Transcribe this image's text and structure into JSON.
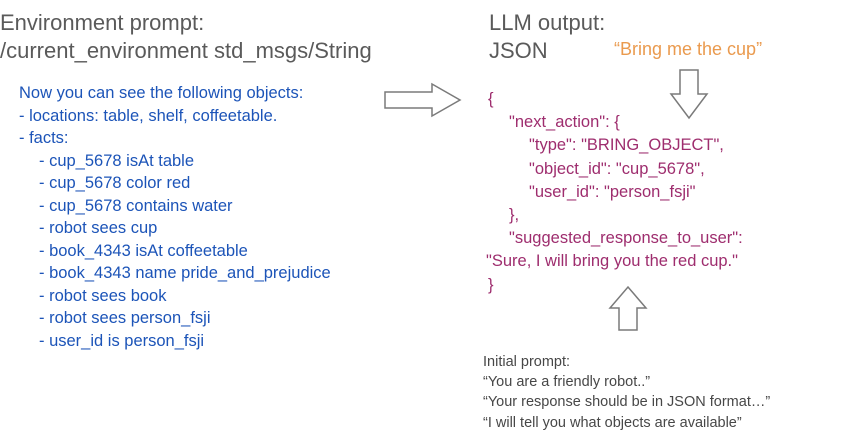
{
  "left_header": {
    "line1": "Environment prompt:",
    "line2": "/current_environment std_msgs/String"
  },
  "right_header": {
    "line1": "LLM output:",
    "line2": "JSON"
  },
  "user_request": "“Bring me the cup”",
  "environment_lines": [
    "Now you can see the following objects:",
    "- locations: table, shelf, coffeetable.",
    "- facts:",
    "- cup_5678 isAt table",
    "- cup_5678 color red",
    "- cup_5678 contains water",
    "- robot sees cup",
    "- book_4343 isAt coffeetable",
    "- book_4343 name pride_and_prejudice",
    "- robot sees book",
    "- robot sees person_fsji",
    "- user_id is person_fsji"
  ],
  "json_lines": [
    "{",
    "\"next_action\": {",
    "\"type\": \"BRING_OBJECT\",",
    "\"object_id\": \"cup_5678\",",
    "\"user_id\": \"person_fsji\"",
    "},",
    "\"suggested_response_to_user\":",
    "\"Sure, I will bring you the red cup.\"",
    "}"
  ],
  "initial_prompt_lines": [
    "Initial prompt:",
    "“You are a friendly robot..”",
    "“Your response should be in JSON format…”",
    "“I will tell you what objects are available”"
  ],
  "colors": {
    "header_text": "#5a5a5a",
    "environment_text": "#1c54b8",
    "json_text": "#9e2d6e",
    "user_request_text": "#ea9a4e",
    "initial_prompt_text": "#474747",
    "arrow_stroke": "#7a7a7a",
    "arrow_fill": "#ffffff"
  },
  "icons": {
    "env_to_llm_arrow": "right-arrow",
    "request_arrow": "down-arrow",
    "initial_prompt_arrow": "up-arrow"
  }
}
